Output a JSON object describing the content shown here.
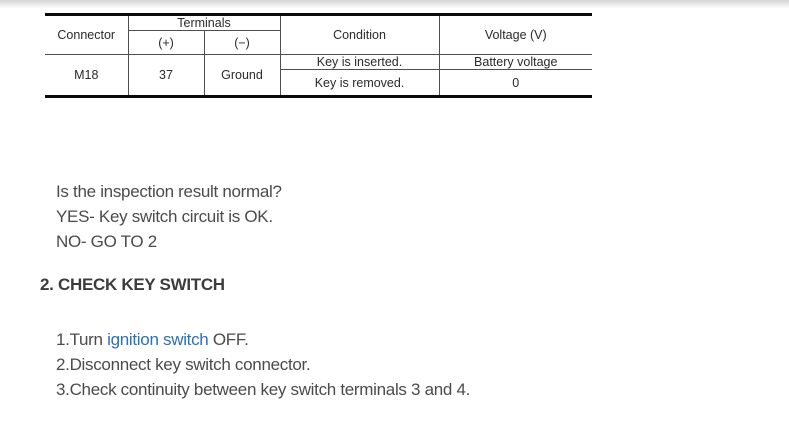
{
  "table": {
    "headers": {
      "connector": "Connector",
      "terminals": "Terminals",
      "plus": "(+)",
      "minus": "(−)",
      "condition": "Condition",
      "voltage": "Voltage (V)"
    },
    "row": {
      "connector": "M18",
      "terminal_plus": "37",
      "terminal_minus": "Ground",
      "conditions": [
        {
          "condition": "Key is inserted.",
          "voltage": "Battery voltage"
        },
        {
          "condition": "Key is removed.",
          "voltage": "0"
        }
      ]
    }
  },
  "result_block": {
    "question": "Is the inspection result normal?",
    "yes": "YES- Key switch circuit is OK.",
    "no": "NO- GO TO 2"
  },
  "section_heading": "2. CHECK KEY SWITCH",
  "steps": {
    "step1": {
      "prefix": "1.Turn ",
      "link": "ignition switch",
      "suffix": " OFF."
    },
    "step2": "2.Disconnect key switch connector.",
    "step3": "3.Check continuity between key switch terminals 3 and 4."
  },
  "colors": {
    "link": "#2b70b8",
    "body_text": "#4b4b4b",
    "heading_text": "#3c3c3c",
    "table_text": "#2a2a2a",
    "table_border_heavy": "#0a0a0a",
    "table_border_light": "#4f4f4f",
    "top_strip": "#d3d3d3"
  }
}
